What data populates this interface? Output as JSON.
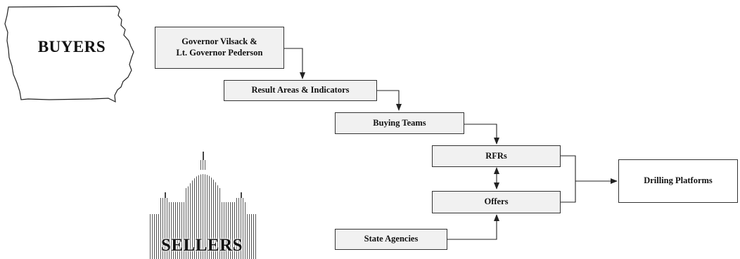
{
  "buyers_label": "BUYERS",
  "sellers_label": "SELLERS",
  "boxes": {
    "governor": "Governor Vilsack &\nLt. Governor Pederson",
    "result_areas": "Result Areas & Indicators",
    "buying_teams": "Buying Teams",
    "rfrs": "RFRs",
    "offers": "Offers",
    "state_agencies": "State Agencies",
    "drilling_platforms": "Drilling Platforms"
  },
  "colors": {
    "line": "#222222",
    "box_fill": "#f1f1f1",
    "box_border": "#333333"
  },
  "icons": {
    "buyers": "iowa-state-outline-icon",
    "sellers": "capitol-building-icon"
  }
}
